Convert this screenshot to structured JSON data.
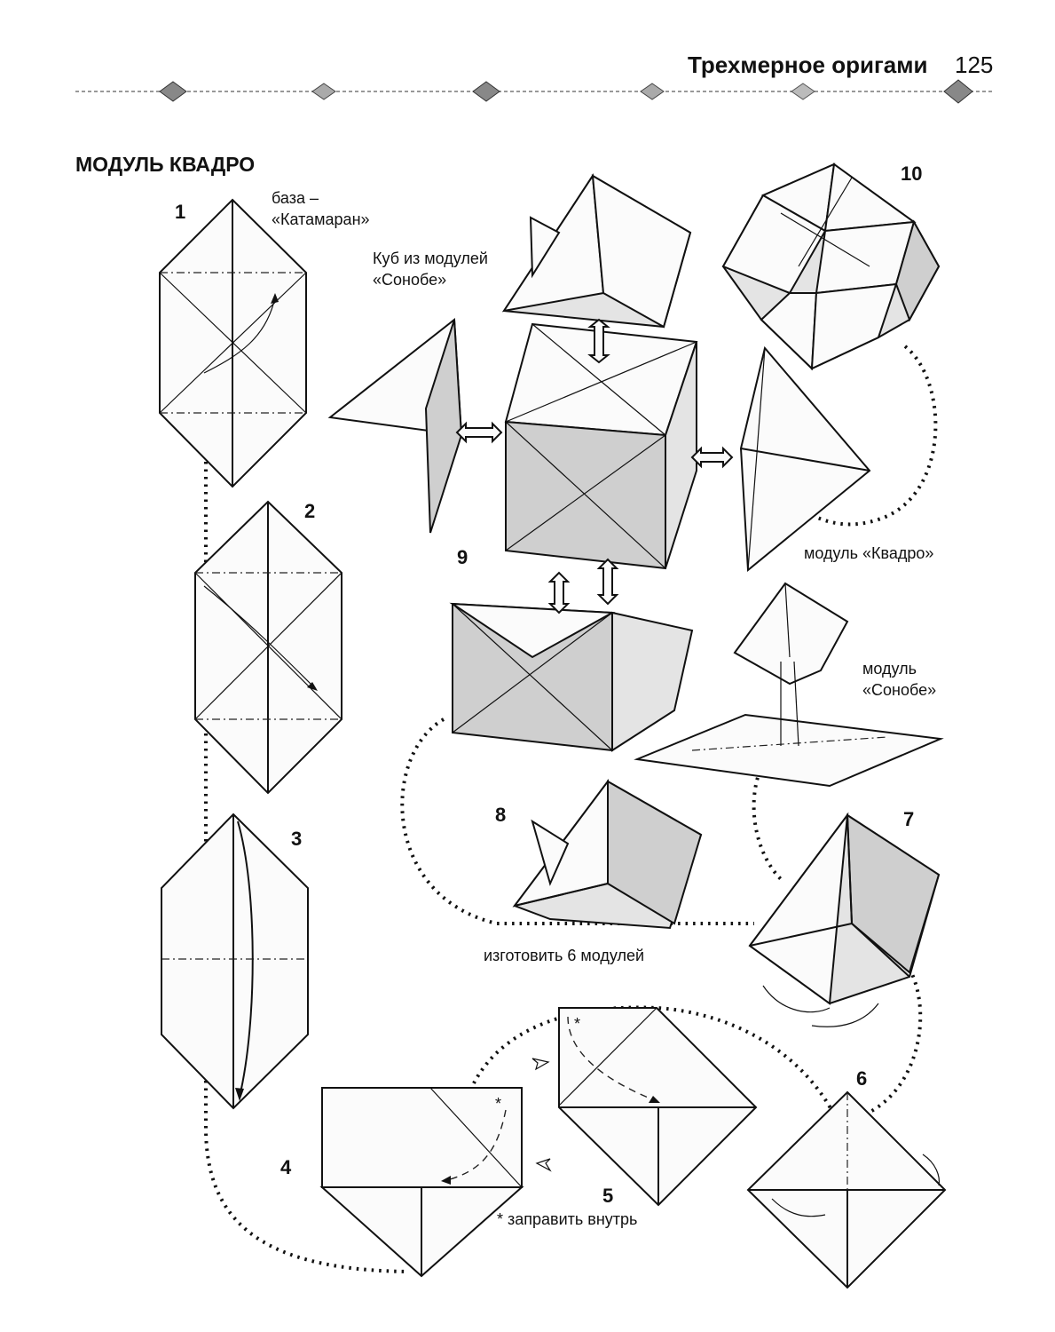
{
  "header": {
    "title": "Трехмерное оригами",
    "page_number": "125"
  },
  "section_title": "МОДУЛЬ КВАДРО",
  "labels": {
    "base": "база –",
    "base_name": "«Катамаран»",
    "cube_line1": "Куб из модулей",
    "cube_line2": "«Сонобе»",
    "quadro_module": "модуль «Квадро»",
    "sonobe_line1": "модуль",
    "sonobe_line2": "«Сонобе»",
    "make_modules": "изготовить 6 модулей",
    "tuck_note": "* заправить внутрь",
    "asterisk": "*"
  },
  "step_numbers": [
    "1",
    "2",
    "3",
    "4",
    "5",
    "6",
    "7",
    "8",
    "9",
    "10"
  ]
}
